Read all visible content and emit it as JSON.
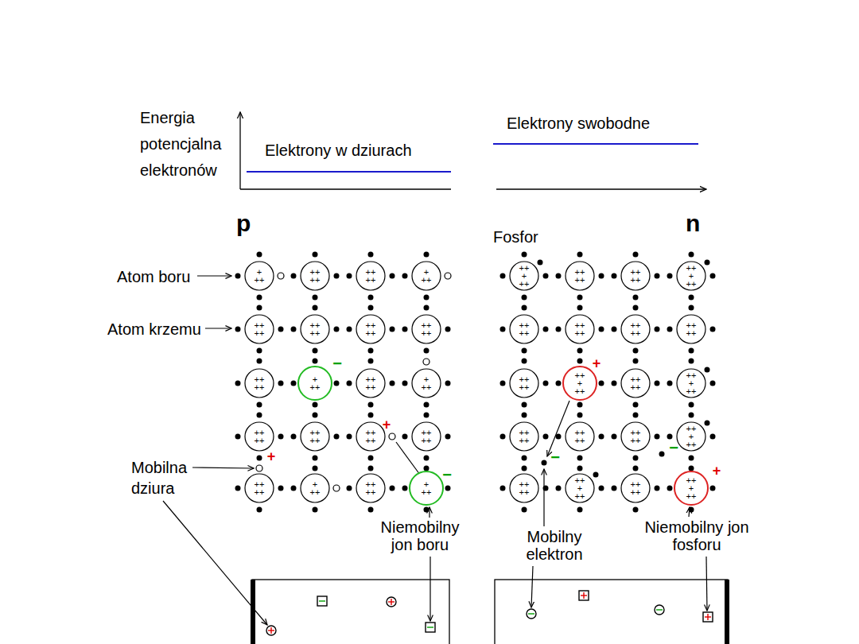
{
  "diagram": {
    "nodes": [
      {
        "text": [
          "+ ++"
        ]
      },
      {
        "text": [
          "++ ++"
        ]
      },
      {
        "text": [
          "++ ++"
        ]
      },
      {
        "text": [
          "+ ++"
        ]
      },
      {
        "text": [
          "++ ++"
        ]
      },
      {
        "text": [
          "++ ++"
        ]
      },
      {
        "text": [
          "++ ++"
        ]
      },
      {
        "text": [
          "++ ++"
        ]
      },
      {
        "text": [
          "++ ++"
        ]
      },
      {
        "text": [
          "+ ++"
        ]
      },
      {
        "text": [
          "++ ++"
        ]
      },
      {
        "text": [
          "+ ++"
        ]
      },
      {
        "text": [
          "++ ++"
        ]
      },
      {
        "text": [
          "++ ++"
        ]
      },
      {
        "text": [
          "++ ++"
        ]
      },
      {
        "text": [
          "++ ++"
        ]
      },
      {
        "text": [
          "++ ++"
        ]
      },
      {
        "text": [
          "+ ++"
        ]
      },
      {
        "text": [
          "++ ++"
        ]
      },
      {
        "text": [
          "+ ++"
        ]
      },
      {
        "text": [
          "++ + ++"
        ]
      },
      {
        "text": [
          "++ ++"
        ]
      },
      {
        "text": [
          "++ ++"
        ]
      },
      {
        "text": [
          "++ + ++"
        ]
      },
      {
        "text": [
          "++ ++"
        ]
      },
      {
        "text": [
          "++ ++"
        ]
      },
      {
        "text": [
          "++ ++"
        ]
      },
      {
        "text": [
          "++ ++"
        ]
      },
      {
        "text": [
          "++ ++"
        ]
      },
      {
        "text": [
          "++ + ++"
        ]
      },
      {
        "text": [
          "++ ++"
        ]
      },
      {
        "text": [
          "++ + ++"
        ]
      },
      {
        "text": [
          "++ ++"
        ]
      },
      {
        "text": [
          "++ ++"
        ]
      },
      {
        "text": [
          "++ ++"
        ]
      },
      {
        "text": [
          "++ + ++"
        ]
      },
      {
        "text": [
          "++ ++"
        ]
      },
      {
        "text": [
          "++ + ++"
        ]
      },
      {
        "text": [
          "++ ++"
        ]
      },
      {
        "text": [
          "++ + ++"
        ]
      }
    ],
    "labels": [
      "Energia potencjalna elektronów",
      "Elektrony w dziurach",
      "Elektrony swobodne",
      "p",
      "n",
      "Fosfor",
      "Atom boru",
      "Atom krzemu",
      "−",
      "+",
      "Mobilna dziura",
      "+",
      "−",
      "Niemobilny jon boru",
      "+",
      "−",
      "−",
      "+",
      "Mobilny elektron",
      "Niemobilny jon fosforu"
    ]
  }
}
